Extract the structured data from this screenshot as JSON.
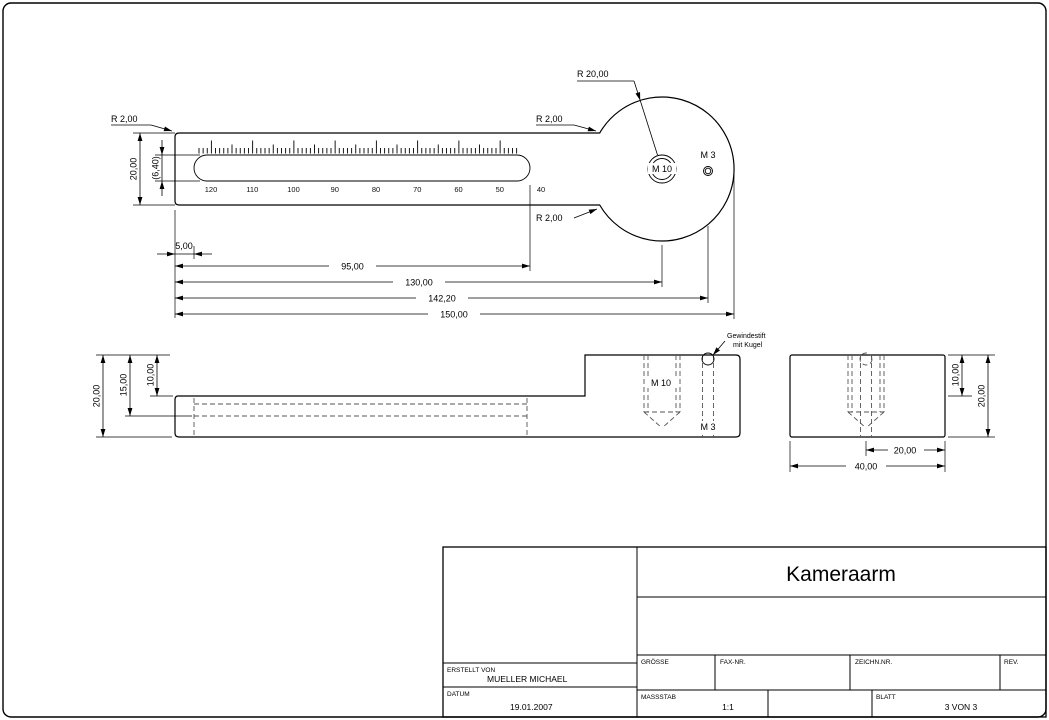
{
  "colors": {
    "line": "#000000",
    "hidden": "#555555",
    "background": "#ffffff"
  },
  "top_view": {
    "r2_left": "R 2,00",
    "r20": "R 20,00",
    "r2_top_right": "R 2,00",
    "r2_bottom_right": "R 2,00",
    "dim_height": "20,00",
    "dim_slot_height": "(6,40)",
    "label_m10": "M 10",
    "label_m3": "M 3",
    "scale_numbers": [
      "120",
      "110",
      "100",
      "90",
      "80",
      "70",
      "60",
      "50",
      "40"
    ]
  },
  "length_dims": {
    "d5": "5,00",
    "d95": "95,00",
    "d130": "130,00",
    "d142": "142,20",
    "d150": "150,00"
  },
  "front_view": {
    "dim_20": "20,00",
    "dim_15": "15,00",
    "dim_10": "10,00",
    "label_m10": "M 10",
    "label_m3": "M 3",
    "callout_line1": "Gewindestift",
    "callout_line2": "mit Kugel"
  },
  "end_view": {
    "dim_h10": "10,00",
    "dim_h20": "20,00",
    "dim_w20": "20,00",
    "dim_w40": "40,00"
  },
  "title_block": {
    "title": "Kameraarm",
    "erstellt_label": "ERSTELLT VON",
    "erstellt_value": "MUELLER MICHAEL",
    "datum_label": "DATUM",
    "datum_value": "19.01.2007",
    "groesse_label": "GRÖSSE",
    "fax_label": "FAX-NR.",
    "zeichn_label": "ZEICHN.NR.",
    "rev_label": "REV.",
    "massstab_label": "MASSSTAB",
    "massstab_value": "1:1",
    "blatt_label": "BLATT",
    "blatt_value": "3 VON 3"
  }
}
